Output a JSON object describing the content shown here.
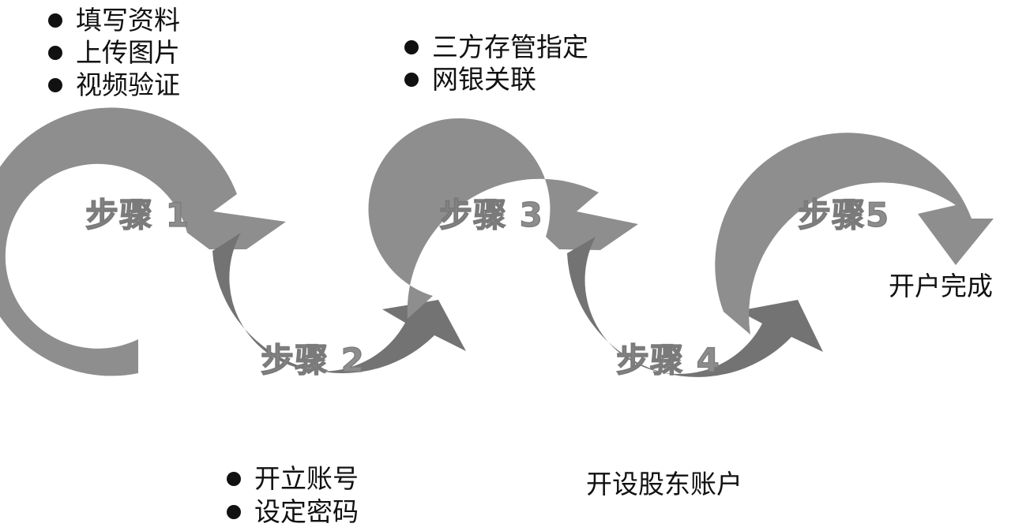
{
  "colors": {
    "arrow_light": "#8e8e8e",
    "arrow_dark": "#727272",
    "label": "#8c8c8c",
    "text": "#111111"
  },
  "steps": [
    {
      "label": "步骤 1",
      "notes": [
        "填写资料",
        "上传图片",
        "视频验证"
      ]
    },
    {
      "label": "步骤 2",
      "notes": [
        "开立账号",
        "设定密码"
      ]
    },
    {
      "label": "步骤 3",
      "notes": [
        "三方存管指定",
        "网银关联"
      ]
    },
    {
      "label": "步骤 4",
      "caption": "开设股东账户"
    },
    {
      "label": "步骤5",
      "caption": "开户完成"
    }
  ]
}
